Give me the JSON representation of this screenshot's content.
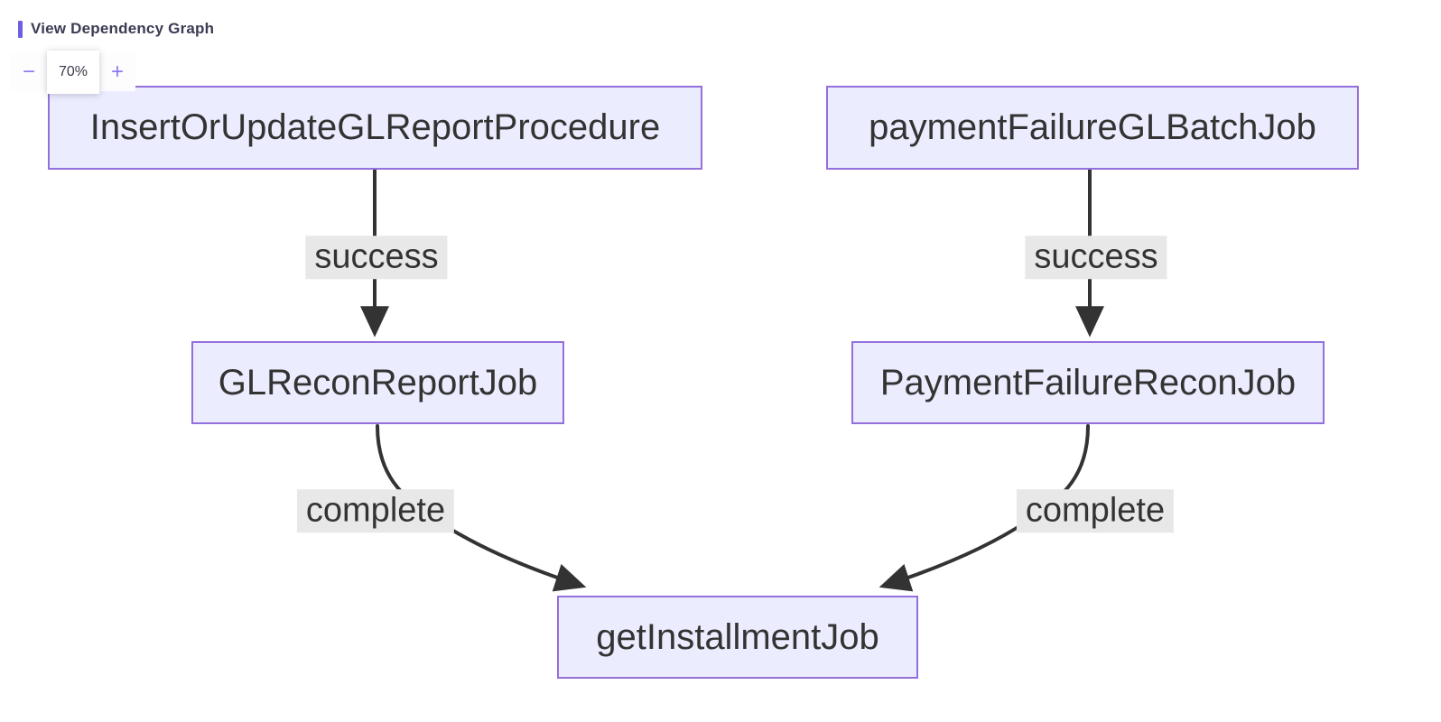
{
  "page": {
    "title": "View Dependency Graph"
  },
  "zoom_toolbar": {
    "zoom_out_label": "−",
    "zoom_level": "70%",
    "zoom_in_label": "+"
  },
  "diagram": {
    "type": "flowchart-top-down",
    "nodes": [
      {
        "id": "InsertOrUpdateGLReportProcedure",
        "label": "InsertOrUpdateGLReportProcedure"
      },
      {
        "id": "paymentFailureGLBatchJob",
        "label": "paymentFailureGLBatchJob"
      },
      {
        "id": "GLReconReportJob",
        "label": "GLReconReportJob"
      },
      {
        "id": "PaymentFailureReconJob",
        "label": "PaymentFailureReconJob"
      },
      {
        "id": "getInstallmentJob",
        "label": "getInstallmentJob"
      }
    ],
    "edges": [
      {
        "from": "InsertOrUpdateGLReportProcedure",
        "to": "GLReconReportJob",
        "label": "success"
      },
      {
        "from": "paymentFailureGLBatchJob",
        "to": "PaymentFailureReconJob",
        "label": "success"
      },
      {
        "from": "GLReconReportJob",
        "to": "getInstallmentJob",
        "label": "complete"
      },
      {
        "from": "PaymentFailureReconJob",
        "to": "getInstallmentJob",
        "label": "complete"
      }
    ],
    "colors": {
      "node_fill": "#ececff",
      "node_border": "#9370db",
      "node_text": "#333333",
      "edge_stroke": "#333333",
      "edge_label_bg": "#e8e8e8",
      "accent": "#6e5fe0",
      "background": "#ffffff"
    }
  }
}
